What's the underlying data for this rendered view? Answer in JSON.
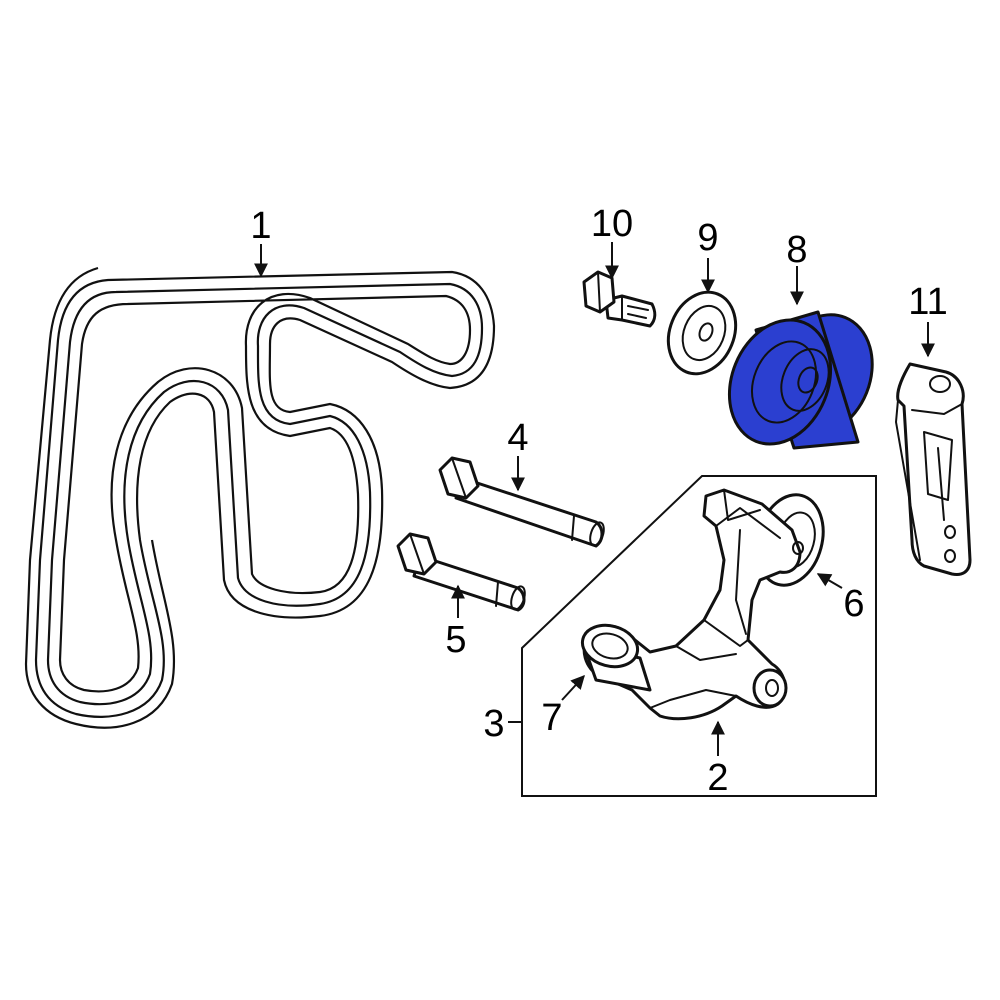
{
  "diagram": {
    "highlight_color": "#2b3fd0",
    "callouts": {
      "c1": "1",
      "c2": "2",
      "c3": "3",
      "c4": "4",
      "c5": "5",
      "c6": "6",
      "c7": "7",
      "c8": "8",
      "c9": "9",
      "c10": "10",
      "c11": "11"
    }
  }
}
